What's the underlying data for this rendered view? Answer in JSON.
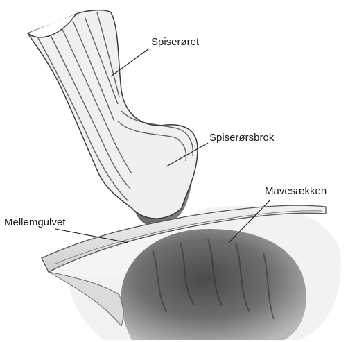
{
  "labels": {
    "esophagus": "Spiserøret",
    "hernia": "Spiserørsbrok",
    "stomach": "Mavesækken",
    "diaphragm": "Mellemgulvet"
  },
  "colors": {
    "ink": "#1a1a1a",
    "shade_dark": "#5a5a5a",
    "shade_mid": "#9a9a9a",
    "shade_light": "#d6d6d6",
    "background": "#ffffff"
  }
}
